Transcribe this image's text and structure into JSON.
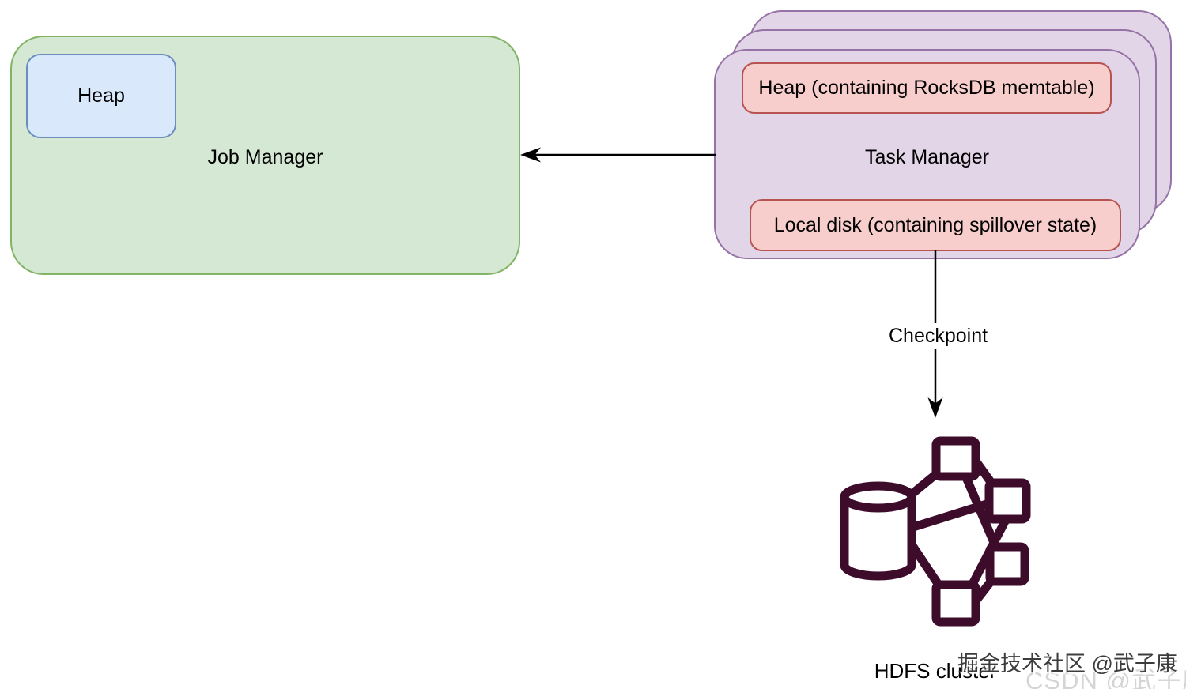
{
  "diagram": {
    "job_manager": {
      "label": "Job Manager",
      "heap_label": "Heap"
    },
    "task_manager": {
      "label": "Task Manager",
      "heap_label": "Heap (containing RocksDB memtable)",
      "local_disk_label": "Local disk (containing spillover state)"
    },
    "checkpoint_label": "Checkpoint",
    "hdfs_cluster_label": "HDFS cluster"
  },
  "icons": {
    "hdfs_cluster_icon": "database-network-cluster-icon",
    "arrow_left_icon": "arrow-left",
    "arrow_down_icon": "arrow-down"
  },
  "colors": {
    "job_manager_fill": "#d5e8d4",
    "job_manager_stroke": "#82b366",
    "heap_fill": "#dae8fc",
    "heap_stroke": "#6c8ebf",
    "task_manager_fill": "#e1d5e7",
    "task_manager_stroke": "#9673a6",
    "state_box_fill": "#f8cecc",
    "state_box_stroke": "#b85450",
    "hdfs_icon": "#3d0c2b",
    "arrow": "#000000"
  },
  "watermarks": {
    "juejin": "掘金技术社区 @武子康",
    "csdn": "CSDN @武子康"
  }
}
